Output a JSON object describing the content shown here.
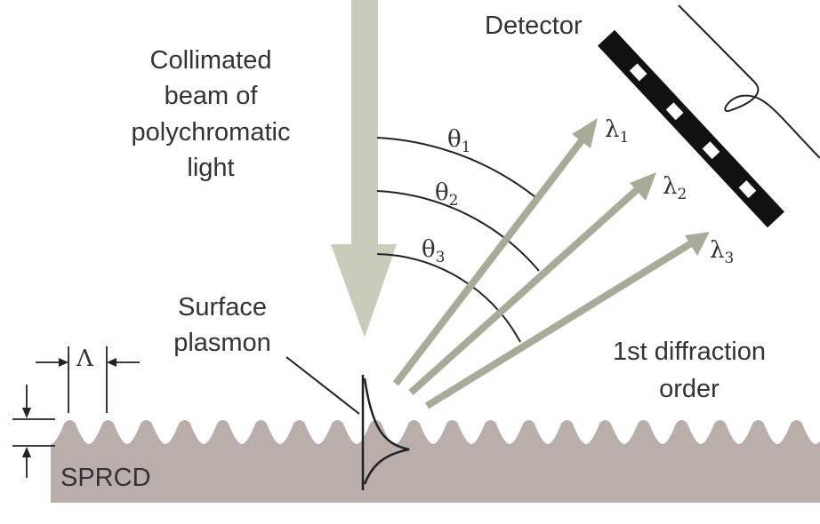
{
  "labels": {
    "beam": [
      "Collimated",
      "beam of",
      "polychromatic",
      "light"
    ],
    "detector": "Detector",
    "surface_plasmon": [
      "Surface",
      "plasmon"
    ],
    "diffraction": [
      "1st diffraction",
      "order"
    ],
    "substrate": "SPRCD",
    "period": "Λ"
  },
  "angles": [
    {
      "symbol": "θ",
      "sub": "1"
    },
    {
      "symbol": "θ",
      "sub": "2"
    },
    {
      "symbol": "θ",
      "sub": "3"
    }
  ],
  "wavelengths": [
    {
      "symbol": "λ",
      "sub": "1"
    },
    {
      "symbol": "λ",
      "sub": "2"
    },
    {
      "symbol": "λ",
      "sub": "3"
    }
  ],
  "colors": {
    "beam": "#c9ccba",
    "diffracted": "#a9ab98",
    "substrate": "#b9aeaa",
    "detector": "#111111",
    "line": "#222222"
  }
}
